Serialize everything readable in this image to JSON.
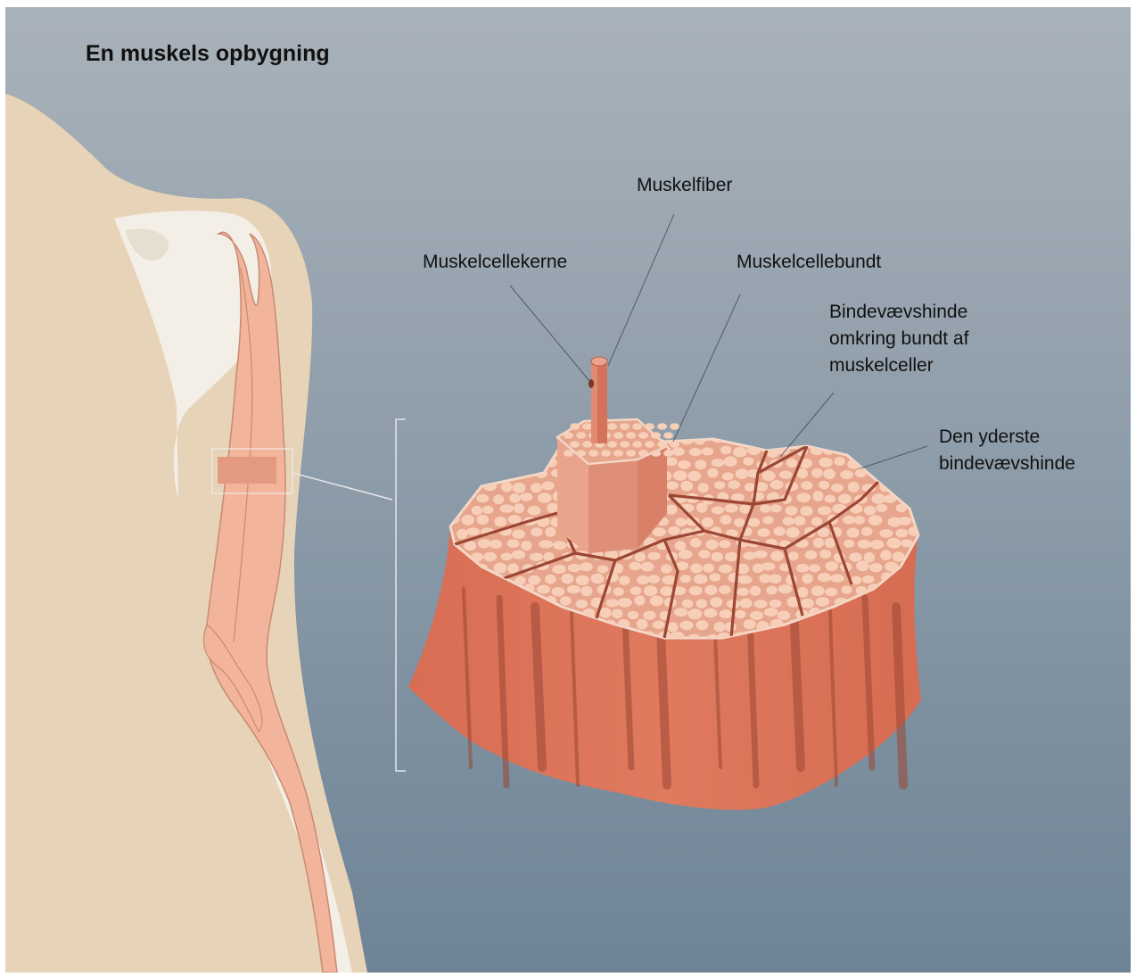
{
  "title": "En muskels opbygning",
  "labels": {
    "muskelfiber": "Muskelfiber",
    "muskelcellekerne": "Muskelcellekerne",
    "muskelcellebundt": "Muskelcellebundt",
    "bindevaev_bundt": [
      "Bindevævshinde",
      "omkring bundt af",
      "muskelceller"
    ],
    "yderste": [
      "Den yderste",
      "bindevævshinde"
    ]
  },
  "colors": {
    "background_top": "#a7b0b9",
    "background_bottom": "#6f8597",
    "skin": "#e8d4b8",
    "bone": "#f3eee6",
    "muscle_light": "#f2b49a",
    "muscle_side": "#d8735a",
    "muscle_dark": "#9c4634",
    "cell_fill": "#f7cfb8",
    "cross_section": "#e7a58d"
  }
}
